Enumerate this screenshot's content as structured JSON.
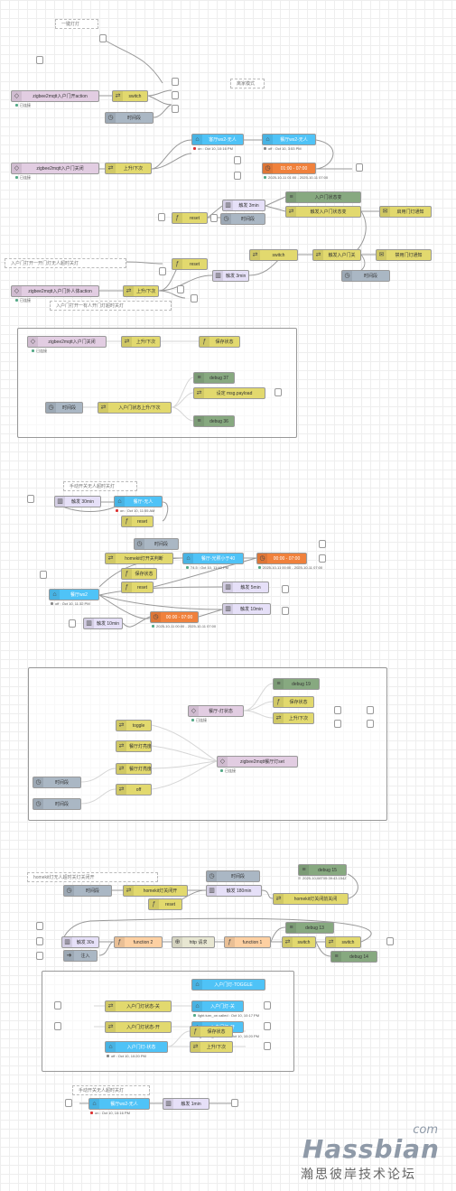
{
  "flow": {
    "comments": {
      "c1": "一键灯灯",
      "c2": "离家模式",
      "c3": "入户门打开一开门灯无人超时关灯",
      "c4": "入户门打开一有人开门灯超时关灯",
      "c5": "手动开关无人超时关灯",
      "c6": "homekit灯无人超时关灯关闭开",
      "c7": "手动开关无人超时关灯"
    },
    "nodes": {
      "zigbee_door_action": "zigbee2mqtt入户门开action",
      "switch1": "switch",
      "timer1": "时间段",
      "zigbee_door_close": "zigbee2mqtt入户门关闭",
      "updown1": "上升/下次",
      "ha_sensor_a": "客厅ws2-无人",
      "ha_sensor_b": "餐厅ws2-无人",
      "time_range1": "01:00 - 07:00",
      "trigger1": "触发 3min",
      "reset1": "reset",
      "timer2": "时间段",
      "door_state_change": "入户门状态变",
      "door_light_on": "触发入户门状态变",
      "notify1": "启用门灯通知",
      "switch2": "switch",
      "door_light_off": "触发入户门关",
      "notify2": "禁用门灯通知",
      "reset2": "reset",
      "zigbee_motion": "zigbee2mqtt入户门外人体action",
      "updown2": "上升/下次",
      "trigger2": "触发 3min",
      "timer3": "时间段",
      "g1_zigbee": "zigbee2mqtt入户门关闭",
      "g1_updown": "上升/下次",
      "g1_state": "保存状态",
      "g1_timer": "时间段",
      "g1_door_updown": "入户门状态上升/下次",
      "g1_debug37": "debug 37",
      "g1_set_payload": "设定 msg.payload",
      "g1_debug36": "debug 36",
      "s2_trigger30": "触发 30min",
      "s2_ha": "餐厅-无人",
      "s2_reset1": "reset",
      "s2_timer": "时间段",
      "s2_homekit": "homekit灯开关判断",
      "s2_ha_lux": "餐厅-光照小于40",
      "s2_time_range": "00:00 - 07:00",
      "s2_save": "保存状态",
      "s2_ha_ws2": "餐厅ws2",
      "s2_reset2": "reset",
      "s2_trigger5": "触发 5min",
      "s2_trigger10a": "触发 10min",
      "s2_time_range2": "00:00 - 07:00",
      "s2_trigger10b": "触发 10min",
      "g2_debug19": "debug 19",
      "g2_save": "保存状态",
      "g2_updown": "上升/下次",
      "g2_zigbee_state": "餐厅-灯状态",
      "g2_toggle": "toggle",
      "g2_bri25a": "餐厅灯亮度-开-25",
      "g2_bri25b": "餐厅灯亮度-开-25",
      "g2_off": "off",
      "g2_timer1": "时间段",
      "g2_timer2": "时间段",
      "g2_zigbee_set": "zigbee2mqtt餐厅灯set",
      "s3_timer1": "时间段",
      "s3_homekit": "homekit灯关闭开",
      "s3_reset": "reset",
      "s3_timer2": "时间段",
      "s3_trigger180": "触发 180min",
      "s3_debug15": "debug 15",
      "s3_homekit_off": "homekit灯关闭前关闭",
      "s3_trigger30": "触发 30s",
      "s3_inject": "注入",
      "s3_func2": "function 2",
      "s3_http": "http 请求",
      "s3_func1": "function 1",
      "s3_debug13": "debug 13",
      "s3_switch": "switch",
      "s3_debug14": "debug 14",
      "g3_toggle": "入户门灯-TOGGLE",
      "g3_state_off": "入户门灯状态-关",
      "g3_call_on": "入户门灯-关",
      "g3_state_on": "入户门灯状态-开",
      "g3_call_on2": "入户门灯-开",
      "g3_ha": "入户门灯-状态",
      "g3_save": "保存状态",
      "g3_updown": "上升/下次",
      "s4_ha": "餐厅ws2-无人",
      "s4_trigger": "触发 1min"
    },
    "statuses": {
      "st_ok1": "已连接",
      "st_ok2": "已连接",
      "st_ok3": "已连接",
      "st_ha_a": "on : Oct 10, 10:16 PM",
      "st_ha_b": "off : Oct 10, 3:53 PM",
      "st_tr1": "2025-10-11 01:00 - 2025-10-11 07:00",
      "st_ok4": "已连接",
      "st_s2_ha": "on : Oct 10, 11:55 AM",
      "st_s2_lux": "74.5 : Oct 10, 11:40 PM",
      "st_s2_tr": "2025-10-11 00:00 - 2025-10-11 07:00",
      "st_s2_ws2": "off : Oct 10, 11:32 PM",
      "st_s2_tr2": "2025-10-11 00:00 - 2025-10-11 07:00",
      "st_g2_state": "已连接",
      "st_g2_set": "已连接",
      "st_s3_debug": "2025-10-08T09:39:43.154Z",
      "st_g3_on": "light.turn_on called : Oct 10, 10:17 PM",
      "st_g3_off": "light.turn_off called : Oct 10, 10:20 PM",
      "st_g3_ha": "off : Oct 10, 10:20 PM",
      "st_s4_ha": "on : Oct 10, 10:16 PM"
    }
  },
  "watermark": {
    "brand": "Hassbian",
    "suffix": "com",
    "subtitle": "瀚思彼岸技术论坛"
  }
}
